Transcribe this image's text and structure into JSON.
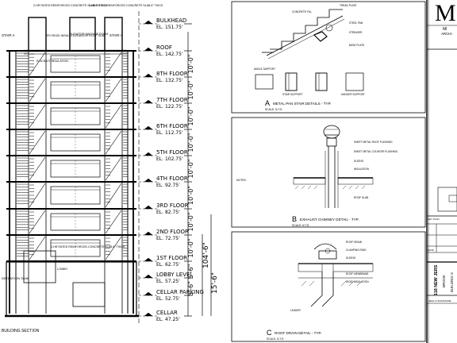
{
  "section": {
    "title": "BUILDING SECTION",
    "notes": {
      "rated_bulkhead_left": "2-HR RATED REINFORCED CONCRETE SLAB 8\" THICK",
      "rated_bulkhead_right": "2-HR RATED REINFORCED CONCRETE SLAB 8\" THICK",
      "roof_insulation": "2FH RIGID INSULATION ABOVE ROOF SLAB",
      "batt_insulation": "R-30 BATT INSULATION",
      "cellar_slab": "2-HR RATED REINFORCED CONCRETE SLAB 8\" THICK",
      "detention_tank": "DETENTION TANK",
      "lobby": "LOBBY"
    },
    "rooms": [
      "STAIR A",
      "ELEVATOR MACHINE ROOM",
      "STAIR A"
    ],
    "levels": [
      {
        "name": "BULKHEAD",
        "el": "EL. 151.75'"
      },
      {
        "name": "ROOF",
        "el": "EL. 142.75'"
      },
      {
        "name": "8TH FLOOR",
        "el": "EL. 132.75'"
      },
      {
        "name": "7TH FLOOR",
        "el": "EL. 122.75'"
      },
      {
        "name": "6TH FLOOR",
        "el": "EL. 112.75'"
      },
      {
        "name": "5TH FLOOR",
        "el": "EL. 102.75'"
      },
      {
        "name": "4TH FLOOR",
        "el": "EL. 92.75'"
      },
      {
        "name": "3RD FLOOR",
        "el": "EL. 82.75'"
      },
      {
        "name": "2ND FLOOR",
        "el": "EL. 72.75'"
      },
      {
        "name": "1ST FLOOR",
        "el": "EL. 62.75'"
      },
      {
        "name": "LOBBY LEVEL",
        "el": "EL. 57.25'"
      },
      {
        "name": "CELLAR PARKING",
        "el": "EL. 52.75'"
      },
      {
        "name": "CELLAR",
        "el": "EL. 47.25'"
      }
    ],
    "dims": [
      "10'-0\"",
      "10'-0\"",
      "10'-0\"",
      "10'-0\"",
      "10'-0\"",
      "10'-0\"",
      "10'-0\"",
      "10'-0\"",
      "5'-6\"",
      "5'-6\""
    ],
    "total_dim": "104'-6\"",
    "sub_dim": "15'-6\""
  },
  "details": [
    {
      "letter": "A",
      "title": "METAL PAN STAIR DETAILS - TYP.",
      "scale": "SCALE: N.T.S.",
      "labels": [
        "TREAD PLATE",
        "CONCRETE FILL",
        "STEEL PAN",
        "STRINGER",
        "ANGLE SUPPORT",
        "STAIR SUPPORT",
        "HANGER SUPPORT",
        "BASE PLATE"
      ]
    },
    {
      "letter": "B",
      "title": "EXHAUST CHIMNEY DETAIL - TYP.",
      "scale": "SCALE: N.T.S.",
      "labels": [
        "SHEET METAL ROOF FLASHING",
        "SHEET METAL COUNTER FLASHING",
        "SLEEVE",
        "INSULATION",
        "ROOF SLAB",
        "NOTES:"
      ]
    },
    {
      "letter": "C",
      "title": "ROOF DRAIN DETAIL - TYP.",
      "scale": "SCALE: N.T.S.",
      "labels": [
        "ROOF DRAIN",
        "CLAMPING RING",
        "SLEEVE",
        "ROOF MEMBRANE",
        "RIGID INSULATION",
        "LEADER"
      ]
    }
  ],
  "title_block": {
    "logo": "M",
    "firm_line1": "MI",
    "firm_line2": "ARCHI",
    "project": "118 NEW JERS",
    "city": "BROOK",
    "sheet_name": "BUILDING S",
    "small_label": "KEY PLAN",
    "seal_label": "SEAL & SIGNATURE",
    "date_label": "DATE"
  }
}
